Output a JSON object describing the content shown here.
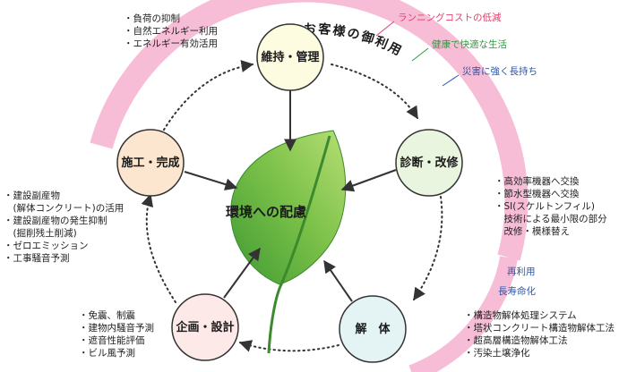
{
  "center": {
    "label": "環境への配慮"
  },
  "arc_label": "お客様の御利用",
  "nodes": {
    "maintenance": {
      "label": "維持・管理"
    },
    "diagnosis": {
      "label": "診断・改修"
    },
    "demolition": {
      "label": "解　体"
    },
    "planning": {
      "label": "企画・設計"
    },
    "construction": {
      "label": "施工・完成"
    }
  },
  "benefits": [
    "ランニングコストの低減",
    "健康で快適な生活",
    "災害に強く長持ち"
  ],
  "flags": {
    "reuse": "再利用",
    "longevity": "長寿命化"
  },
  "notes": {
    "maintenance": [
      "・負荷の抑制",
      "・自然エネルギー利用",
      "・エネルギー有効活用"
    ],
    "diagnosis": [
      "・高効率機器へ交換",
      "・節水型機器へ交換",
      "・SI(スケルトンフィル)",
      "　技術による最小限の部分",
      "　改修・模様替え"
    ],
    "demolition": [
      "・構造物解体処理システム",
      "・塔状コンクリート構造物解体工法",
      "・超高層構造物解体工法",
      "・汚染土壌浄化"
    ],
    "planning": [
      "・免震、制震",
      "・建物内騒音予測",
      "・遮音性能評価",
      "・ビル風予測"
    ],
    "construction": [
      "・建設副産物",
      "　(解体コンクリート)の活用",
      "・建設副産物の発生抑制",
      "　(掘削残土削減)",
      "・ゼロエミッション",
      "・工事騒音予測"
    ]
  },
  "colors": {
    "arc": "#f7bcd6",
    "leaf_light": "#a8d56a",
    "leaf_dark": "#3f9a32",
    "node_stroke": "#333333",
    "node_fill_maintenance": "#fdfbe0",
    "node_fill_diagnosis": "#eaf5df",
    "node_fill_demolition": "#e4f3f4",
    "node_fill_planning": "#fde9e8",
    "node_fill_construction": "#fde6cf"
  }
}
